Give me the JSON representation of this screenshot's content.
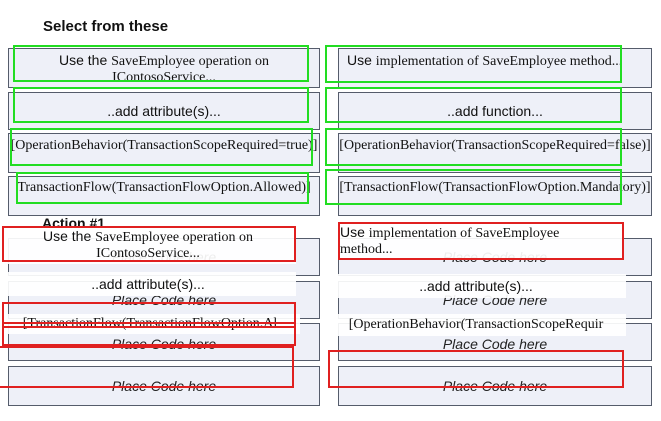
{
  "header": {
    "title": "Select  from these"
  },
  "options_left": [
    {
      "pre": "Use the ",
      "text": "SaveEmployee operation on IContosoService..."
    },
    {
      "pre": "",
      "text": "..add attribute(s)..."
    },
    {
      "pre": "",
      "text": "[OperationBehavior(TransactionScopeRequired=true)]"
    },
    {
      "pre": "",
      "text": "TransactionFlow(TransactionFlowOption.Allowed)]"
    }
  ],
  "options_right": [
    {
      "pre": "Use ",
      "text": "implementation of SaveEmployee method..."
    },
    {
      "pre": "",
      "text": "..add function..."
    },
    {
      "pre": "",
      "text": "[OperationBehavior(TransactionScopeRequired=false)]"
    },
    {
      "pre": "",
      "text": "[TransactionFlow(TransactionFlowOption.Mandatory)]"
    }
  ],
  "action": {
    "label": "Action #1",
    "placeholder": "Place Code here",
    "dragged": [
      {
        "pre": "Use the ",
        "text": "SaveEmployee operation on IContosoService..."
      },
      {
        "pre": "",
        "text": "..add attribute(s)..."
      },
      {
        "pre": "",
        "text": "[TransactionFlow(TransactionFlowOption.Al"
      },
      {
        "pre": "Use ",
        "text": "implementation of SaveEmployee method..."
      },
      {
        "pre": "",
        "text": "..add attribute(s)..."
      },
      {
        "pre": "",
        "text": "[OperationBehavior(TransactionScopeRequir"
      }
    ]
  }
}
